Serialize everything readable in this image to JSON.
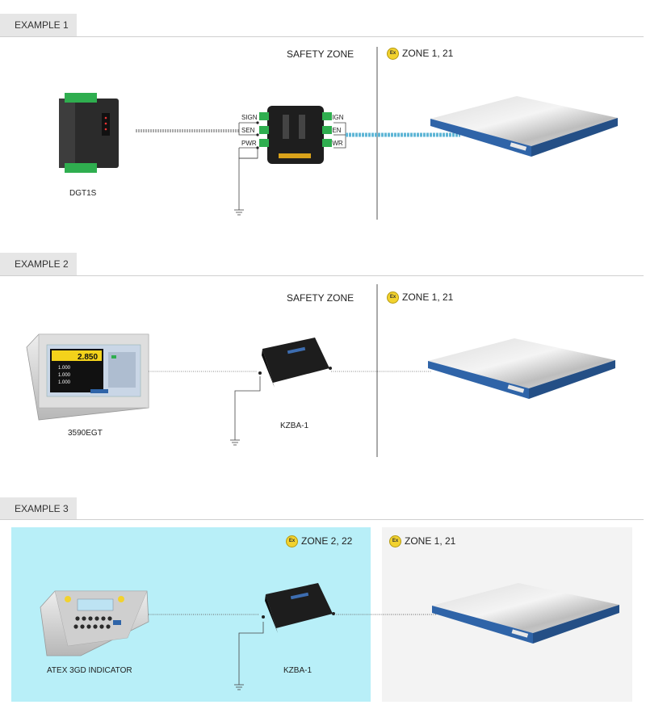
{
  "examples": [
    {
      "tab": "EXAMPLE 1",
      "left_zone": "SAFETY ZONE",
      "right_zone": "ZONE 1, 21",
      "indicator": "DGT1S",
      "wires_left": [
        "SIGN",
        "SEN",
        "PWR"
      ],
      "wires_right": [
        "SIGN",
        "SEN",
        "PWR"
      ]
    },
    {
      "tab": "EXAMPLE 2",
      "left_zone": "SAFETY ZONE",
      "right_zone": "ZONE 1, 21",
      "indicator": "3590EGT",
      "barrier": "KZBA-1",
      "screen_weight": "2.850",
      "screen_rows": [
        "1.000",
        "1.000",
        "1.000"
      ]
    },
    {
      "tab": "EXAMPLE 3",
      "left_zone": "ZONE 2, 22",
      "right_zone": "ZONE 1, 21",
      "indicator": "ATEX 3GD INDICATOR",
      "barrier": "KZBA-1"
    }
  ],
  "colors": {
    "ex_badge": "#f2d22e",
    "zone2_background": "#b8eff8",
    "zone1_background": "#f3f3f3",
    "platform_frame": "#2f64a8",
    "terminal_green": "#2fae4f"
  }
}
